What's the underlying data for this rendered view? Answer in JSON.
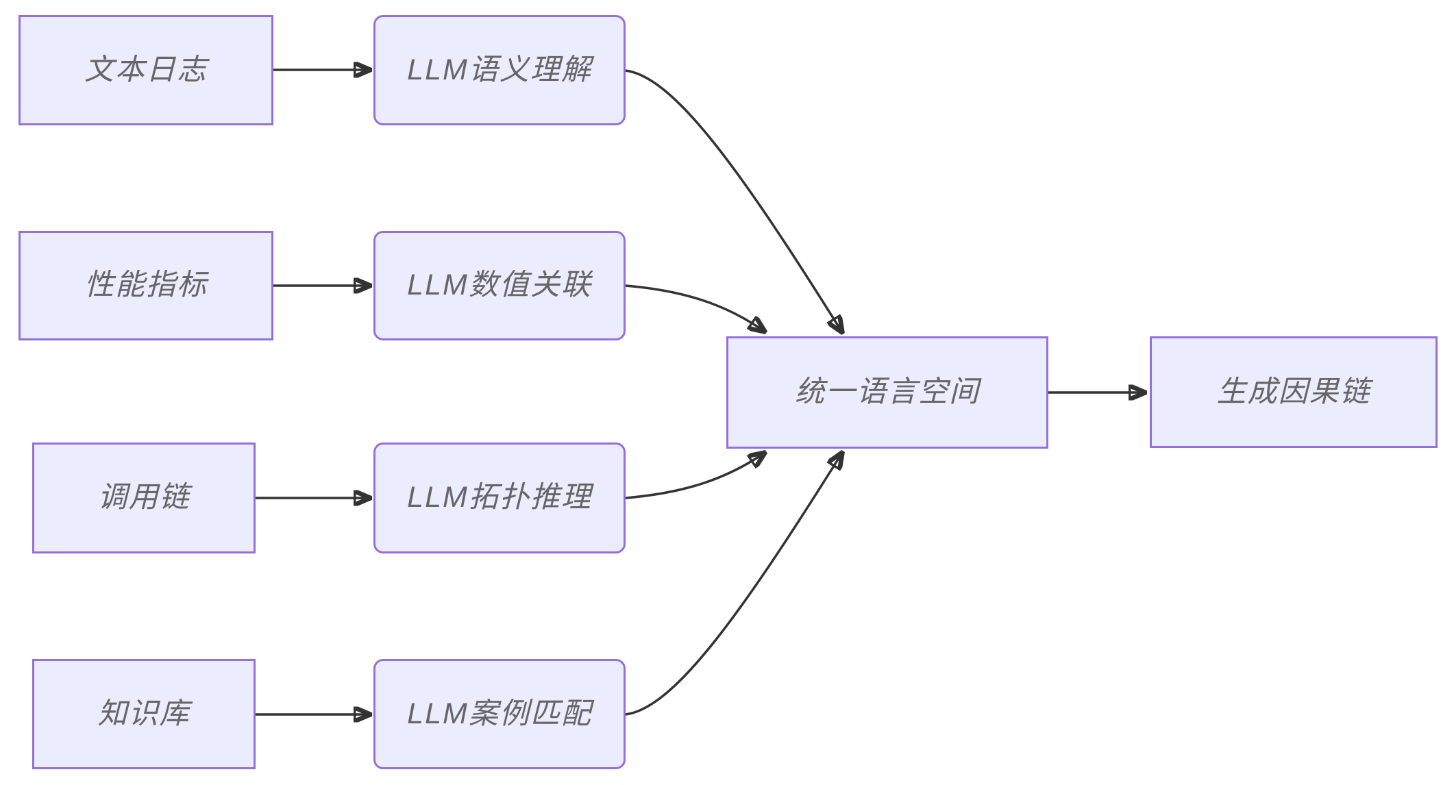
{
  "diagram": {
    "type": "flowchart",
    "direction": "left-to-right",
    "colors": {
      "node_fill": "#ECECFF",
      "node_border": "#9370DB",
      "label_text": "#666666",
      "edge_stroke": "#333333",
      "background": "#FFFFFF"
    },
    "nodes": {
      "text_log": {
        "label": "文本日志",
        "shape": "rect"
      },
      "perf_metrics": {
        "label": "性能指标",
        "shape": "rect"
      },
      "call_chain": {
        "label": "调用链",
        "shape": "rect"
      },
      "knowledge_base": {
        "label": "知识库",
        "shape": "rect"
      },
      "llm_semantic": {
        "label": "LLM语义理解",
        "shape": "rounded"
      },
      "llm_numeric": {
        "label": "LLM数值关联",
        "shape": "rounded"
      },
      "llm_topology": {
        "label": "LLM拓扑推理",
        "shape": "rounded"
      },
      "llm_case": {
        "label": "LLM案例匹配",
        "shape": "rounded"
      },
      "unified_space": {
        "label": "统一语言空间",
        "shape": "rect"
      },
      "causal_chain": {
        "label": "生成因果链",
        "shape": "rect"
      }
    },
    "edges": [
      {
        "from": "文本日志",
        "to": "LLM语义理解"
      },
      {
        "from": "性能指标",
        "to": "LLM数值关联"
      },
      {
        "from": "调用链",
        "to": "LLM拓扑推理"
      },
      {
        "from": "知识库",
        "to": "LLM案例匹配"
      },
      {
        "from": "LLM语义理解",
        "to": "统一语言空间"
      },
      {
        "from": "LLM数值关联",
        "to": "统一语言空间"
      },
      {
        "from": "LLM拓扑推理",
        "to": "统一语言空间"
      },
      {
        "from": "LLM案例匹配",
        "to": "统一语言空间"
      },
      {
        "from": "统一语言空间",
        "to": "生成因果链"
      }
    ]
  }
}
